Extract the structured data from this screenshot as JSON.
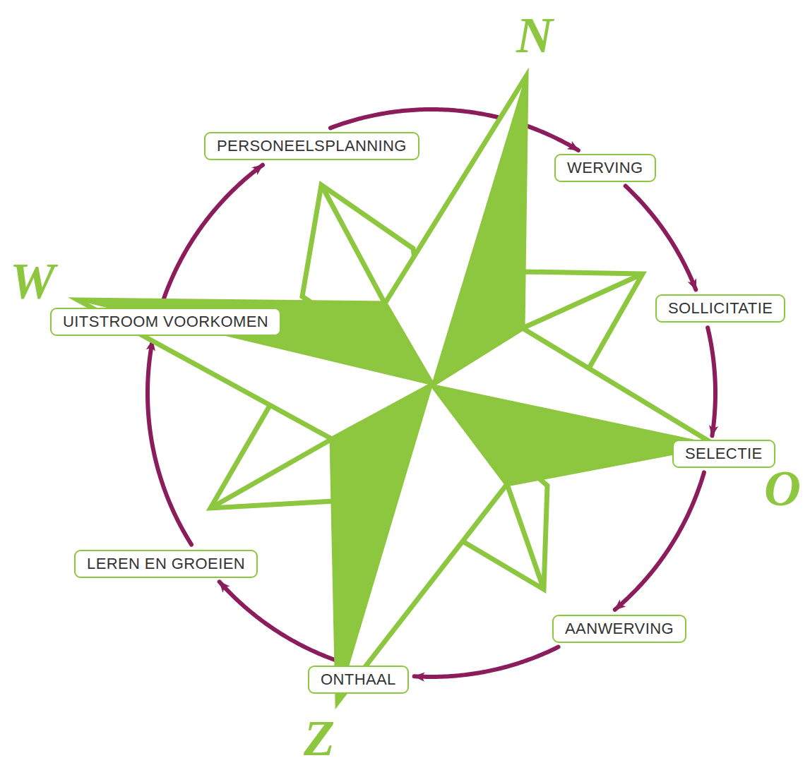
{
  "diagram": {
    "nodes": [
      {
        "text": [
          "PERSONEELSPLANNING"
        ]
      },
      {
        "text": [
          "WERVING"
        ]
      },
      {
        "text": [
          "SOLLICITATIE"
        ]
      },
      {
        "text": [
          "SELECTIE"
        ]
      },
      {
        "text": [
          "AANWERVING"
        ]
      },
      {
        "text": [
          "ONTHAAL"
        ]
      },
      {
        "text": [
          "LEREN EN GROEIEN"
        ]
      },
      {
        "text": [
          "UITSTROOM VOORKOMEN"
        ]
      }
    ],
    "edges": [
      {
        "from": 0,
        "to": 1,
        "arrow": "to"
      },
      {
        "from": 1,
        "to": 2,
        "arrow": "to"
      },
      {
        "from": 2,
        "to": 3,
        "arrow": "to"
      },
      {
        "from": 3,
        "to": 4,
        "arrow": "to"
      },
      {
        "from": 4,
        "to": 5,
        "arrow": "to"
      },
      {
        "from": 5,
        "to": 6,
        "arrow": "to"
      },
      {
        "from": 6,
        "to": 7,
        "arrow": "to"
      },
      {
        "from": 7,
        "to": 0,
        "arrow": "to"
      }
    ],
    "labels": [
      "N",
      "W",
      "O",
      "Z"
    ]
  }
}
